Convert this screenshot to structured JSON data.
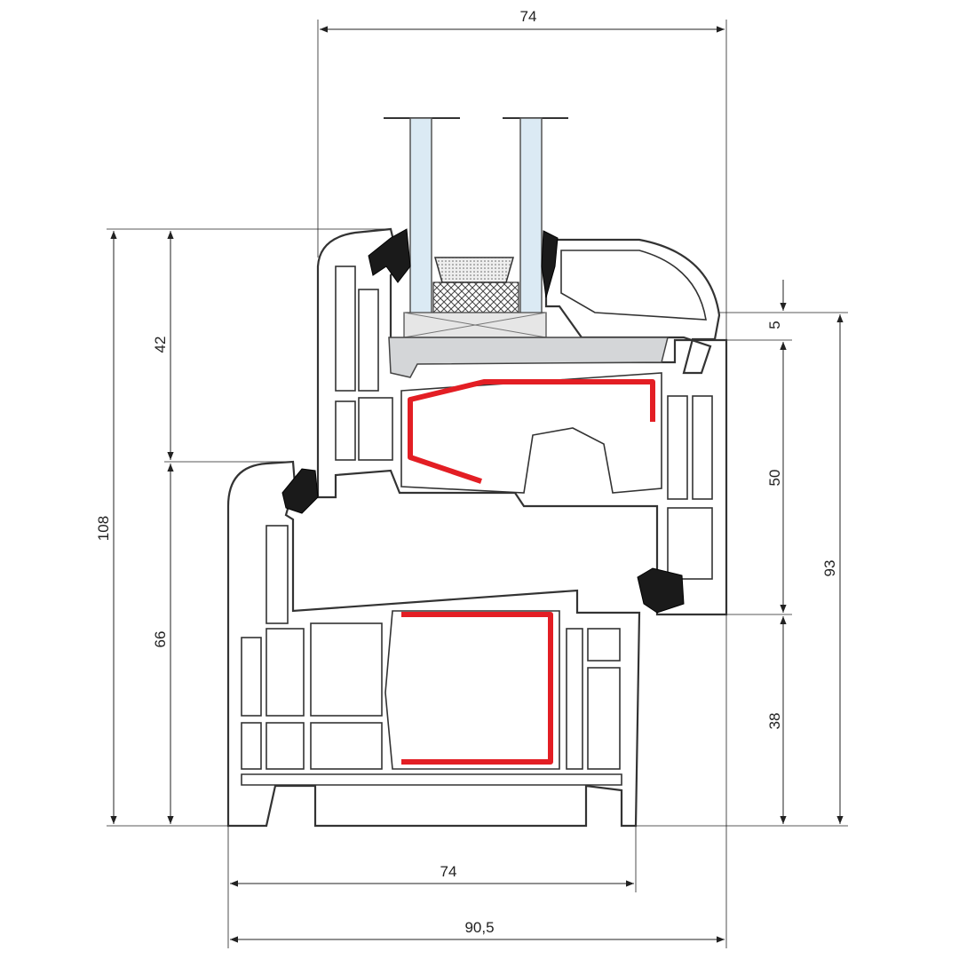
{
  "dimensions": {
    "top_width": "74",
    "total_height": "108",
    "sash_height": "42",
    "frame_height": "66",
    "overlap": "5",
    "sash_visible": "50",
    "overall_right": "93",
    "frame_visible": "38",
    "frame_depth": "74",
    "overall_depth": "90,5"
  },
  "colors": {
    "steel": "#e31e24",
    "glass": "#dbeaf4",
    "bead": "#d4d6d8",
    "gasket": "#1a1a1a"
  }
}
